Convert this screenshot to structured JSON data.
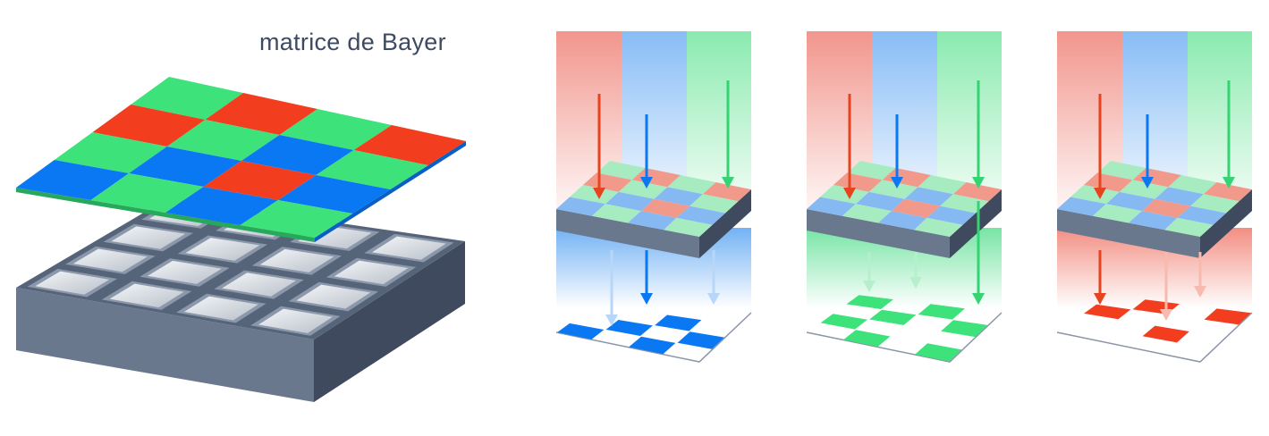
{
  "title": "matrice de Bayer",
  "colors": {
    "red": "#f23d1f",
    "green": "#3de27a",
    "blue": "#0a78f2",
    "sensor_top": "#56647a",
    "sensor_side": "#6a788e",
    "sensor_dark": "#3f4a5e",
    "photosite": "#dfe3e8",
    "floor_line": "#8b95a8"
  },
  "filter_pattern": [
    [
      "green",
      "red",
      "green",
      "red"
    ],
    [
      "red",
      "green",
      "blue",
      "green"
    ],
    [
      "green",
      "blue",
      "red",
      "blue"
    ],
    [
      "blue",
      "green",
      "blue",
      "green"
    ]
  ],
  "panels": [
    {
      "channel": "blue",
      "hue": "#0a78f2"
    },
    {
      "channel": "green",
      "hue": "#3de27a"
    },
    {
      "channel": "red",
      "hue": "#f23d1f"
    }
  ]
}
